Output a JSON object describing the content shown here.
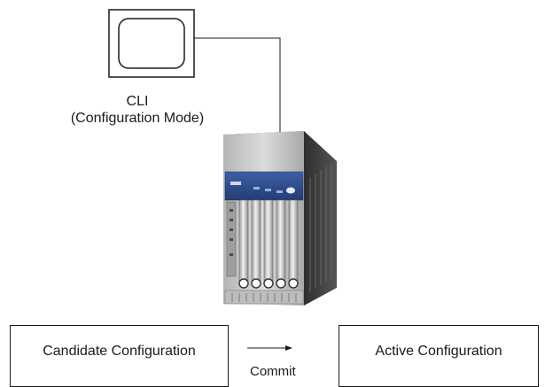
{
  "terminal": {
    "label_line1": "CLI",
    "label_line2": "(Configuration Mode)"
  },
  "router": {
    "icon": "router-chassis-icon"
  },
  "boxes": {
    "candidate": "Candidate Configuration",
    "active": "Active Configuration"
  },
  "arrow": {
    "label": "Commit"
  },
  "colors": {
    "line": "#1a1a1a",
    "chassis_top": "#7a7a7a",
    "chassis_side": "#3a3a3a",
    "chassis_front": "#c8c8c8",
    "panel_blue": "#2f4d8c"
  }
}
